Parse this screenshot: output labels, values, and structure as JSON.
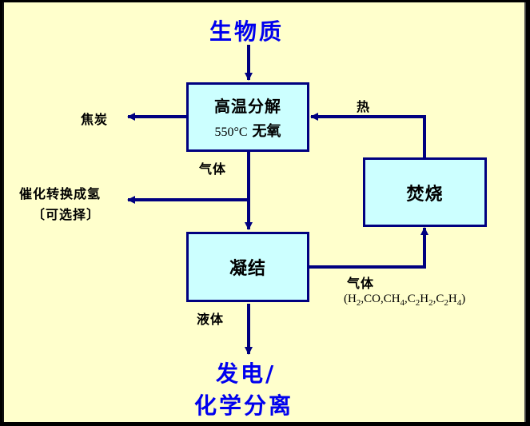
{
  "title": "生物质",
  "nodes": {
    "pyrolysis": {
      "line1": "高温分解",
      "temp": "550°C",
      "line2": "无氧"
    },
    "combustion": {
      "label": "焚烧"
    },
    "condensation": {
      "label": "凝结"
    }
  },
  "outputs": {
    "char": "焦炭",
    "hydrogen_line1": "催化转换成氢",
    "hydrogen_line2": "〔可选择〕",
    "final_line1": "发电/",
    "final_line2": "化学分离"
  },
  "edge_labels": {
    "heat": "热",
    "gas_from_pyrolysis": "气体",
    "liquid": "液体",
    "gas_from_condensation": "气体",
    "gas_formula": [
      "H2",
      "CO",
      "CH4",
      "C2H2",
      "C2H4"
    ]
  },
  "colors": {
    "background": "#ffffcc",
    "box_fill": "#ccffff",
    "line": "#000080",
    "title_text": "#0000ee"
  }
}
